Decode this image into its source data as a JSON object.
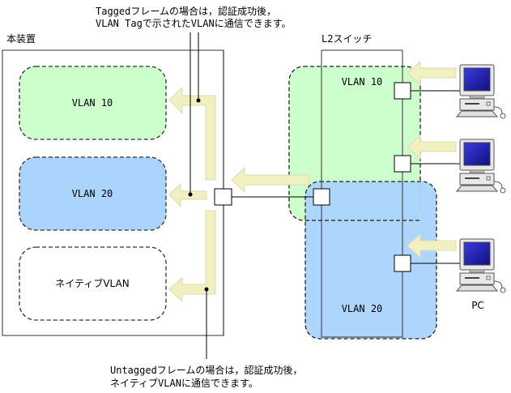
{
  "annotations": {
    "tagged_line1": "Taggedフレームの場合は，認証成功後，",
    "tagged_line2": "VLAN Tagで示されたVLANに通信できます。",
    "untagged_line1": "Untaggedフレームの場合は，認証成功後，",
    "untagged_line2": "ネイティブVLANに通信できます。"
  },
  "device": {
    "title": "本装置",
    "vlans": [
      {
        "label": "VLAN 10",
        "color": "#ccffcc"
      },
      {
        "label": "VLAN 20",
        "color": "#aad4fc"
      },
      {
        "label": "ネイティブVLAN",
        "color": "#ffffff"
      }
    ]
  },
  "switch": {
    "title": "L2スイッチ",
    "vlans": [
      {
        "label": "VLAN 10",
        "color": "#ccffcc"
      },
      {
        "label": "VLAN 20",
        "color": "#aad4fc"
      }
    ]
  },
  "pcs": {
    "label": "PC",
    "count": 3
  },
  "colors": {
    "arrow_fill": "#f0f0c0",
    "arrow_stroke": "#dcdcb0",
    "line": "#000000",
    "dash": "#333333"
  }
}
